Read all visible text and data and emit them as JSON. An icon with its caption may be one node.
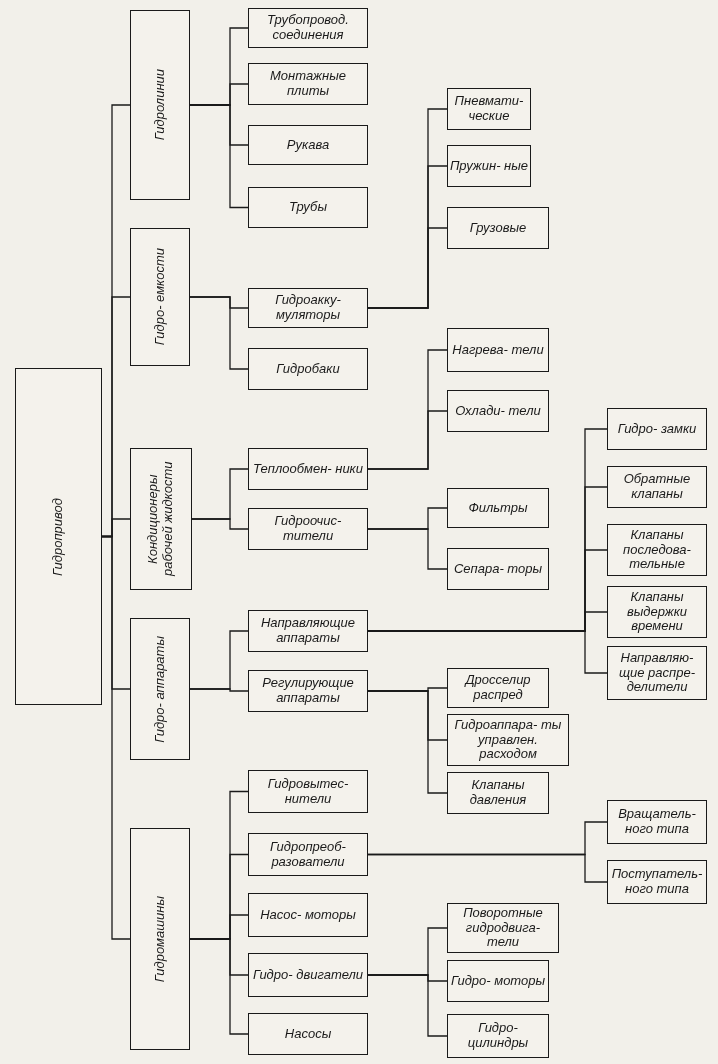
{
  "diagram": {
    "nodes": [
      {
        "text": [
          "Гидропривод"
        ]
      },
      {
        "text": [
          "Гидролинии"
        ]
      },
      {
        "text": [
          "Гидро- емкости"
        ]
      },
      {
        "text": [
          "Кондиционеры рабочей жидкости"
        ]
      },
      {
        "text": [
          "Гидро- аппараты"
        ]
      },
      {
        "text": [
          "Гидромашины"
        ]
      },
      {
        "text": [
          "Трубопровод. соединения"
        ]
      },
      {
        "text": [
          "Монтажные плиты"
        ]
      },
      {
        "text": [
          "Рукава"
        ]
      },
      {
        "text": [
          "Трубы"
        ]
      },
      {
        "text": [
          "Гидроакку- муляторы"
        ]
      },
      {
        "text": [
          "Гидробаки"
        ]
      },
      {
        "text": [
          "Теплообмен- ники"
        ]
      },
      {
        "text": [
          "Гидроочис- тители"
        ]
      },
      {
        "text": [
          "Направляющие аппараты"
        ]
      },
      {
        "text": [
          "Регулирующие аппараты"
        ]
      },
      {
        "text": [
          "Гидровытес- нители"
        ]
      },
      {
        "text": [
          "Гидропреоб- разователи"
        ]
      },
      {
        "text": [
          "Насос- моторы"
        ]
      },
      {
        "text": [
          "Гидро- двигатели"
        ]
      },
      {
        "text": [
          "Насосы"
        ]
      },
      {
        "text": [
          "Пневмати- ческие"
        ]
      },
      {
        "text": [
          "Пружин- ные"
        ]
      },
      {
        "text": [
          "Грузовые"
        ]
      },
      {
        "text": [
          "Нагрева- тели"
        ]
      },
      {
        "text": [
          "Охлади- тели"
        ]
      },
      {
        "text": [
          "Фильтры"
        ]
      },
      {
        "text": [
          "Сепара- торы"
        ]
      },
      {
        "text": [
          "Дросселир распред"
        ]
      },
      {
        "text": [
          "Гидроаппара- ты управлен. расходом"
        ]
      },
      {
        "text": [
          "Клапаны давления"
        ]
      },
      {
        "text": [
          "Поворотные гидродвига- тели"
        ]
      },
      {
        "text": [
          "Гидро- моторы"
        ]
      },
      {
        "text": [
          "Гидро- цилиндры"
        ]
      },
      {
        "text": [
          "Гидро- замки"
        ]
      },
      {
        "text": [
          "Обратные клапаны"
        ]
      },
      {
        "text": [
          "Клапаны последова- тельные"
        ]
      },
      {
        "text": [
          "Клапаны выдержки времени"
        ]
      },
      {
        "text": [
          "Направляю- щие распре- делители"
        ]
      },
      {
        "text": [
          "Вращатель- ного типа"
        ]
      },
      {
        "text": [
          "Поступатель- ного типа"
        ]
      }
    ],
    "edges": [
      {
        "from": 0,
        "to": 1,
        "arrow": "none"
      },
      {
        "from": 0,
        "to": 2,
        "arrow": "none"
      },
      {
        "from": 0,
        "to": 3,
        "arrow": "none"
      },
      {
        "from": 0,
        "to": 4,
        "arrow": "none"
      },
      {
        "from": 0,
        "to": 5,
        "arrow": "none"
      },
      {
        "from": 1,
        "to": 6,
        "arrow": "none"
      },
      {
        "from": 1,
        "to": 7,
        "arrow": "none"
      },
      {
        "from": 1,
        "to": 8,
        "arrow": "none"
      },
      {
        "from": 1,
        "to": 9,
        "arrow": "none"
      },
      {
        "from": 2,
        "to": 10,
        "arrow": "none"
      },
      {
        "from": 2,
        "to": 11,
        "arrow": "none"
      },
      {
        "from": 3,
        "to": 12,
        "arrow": "none"
      },
      {
        "from": 3,
        "to": 13,
        "arrow": "none"
      },
      {
        "from": 4,
        "to": 14,
        "arrow": "none"
      },
      {
        "from": 4,
        "to": 15,
        "arrow": "none"
      },
      {
        "from": 5,
        "to": 16,
        "arrow": "none"
      },
      {
        "from": 5,
        "to": 17,
        "arrow": "none"
      },
      {
        "from": 5,
        "to": 18,
        "arrow": "none"
      },
      {
        "from": 5,
        "to": 19,
        "arrow": "none"
      },
      {
        "from": 5,
        "to": 20,
        "arrow": "none"
      },
      {
        "from": 10,
        "to": 21,
        "arrow": "none"
      },
      {
        "from": 10,
        "to": 22,
        "arrow": "none"
      },
      {
        "from": 10,
        "to": 23,
        "arrow": "none"
      },
      {
        "from": 12,
        "to": 24,
        "arrow": "none"
      },
      {
        "from": 12,
        "to": 25,
        "arrow": "none"
      },
      {
        "from": 13,
        "to": 26,
        "arrow": "none"
      },
      {
        "from": 13,
        "to": 27,
        "arrow": "none"
      },
      {
        "from": 14,
        "to": 34,
        "arrow": "none"
      },
      {
        "from": 14,
        "to": 35,
        "arrow": "none"
      },
      {
        "from": 14,
        "to": 36,
        "arrow": "none"
      },
      {
        "from": 14,
        "to": 37,
        "arrow": "none"
      },
      {
        "from": 14,
        "to": 38,
        "arrow": "none"
      },
      {
        "from": 15,
        "to": 28,
        "arrow": "none"
      },
      {
        "from": 15,
        "to": 29,
        "arrow": "none"
      },
      {
        "from": 15,
        "to": 30,
        "arrow": "none"
      },
      {
        "from": 17,
        "to": 39,
        "arrow": "none"
      },
      {
        "from": 17,
        "to": 40,
        "arrow": "none"
      },
      {
        "from": 19,
        "to": 31,
        "arrow": "none"
      },
      {
        "from": 19,
        "to": 32,
        "arrow": "none"
      },
      {
        "from": 19,
        "to": 33,
        "arrow": "none"
      }
    ]
  }
}
